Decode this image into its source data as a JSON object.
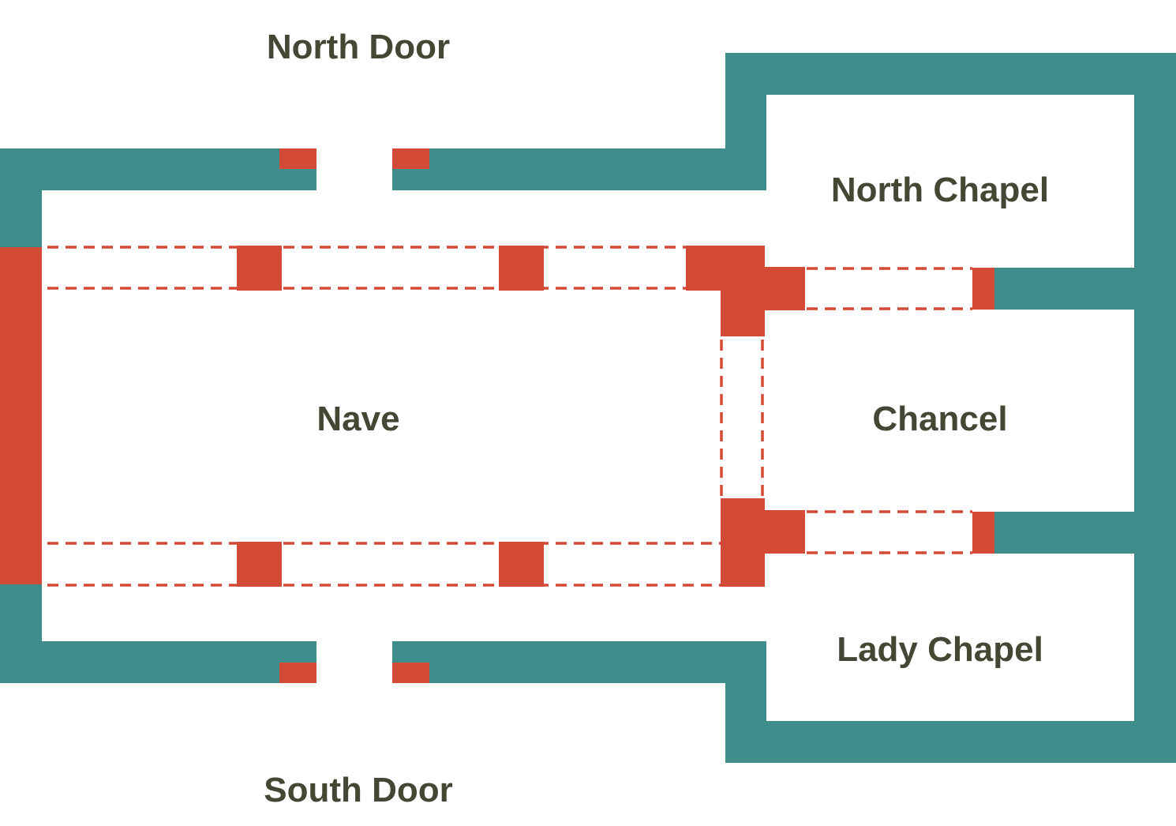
{
  "labels": {
    "north_door": "North Door",
    "south_door": "South Door",
    "north_chapel": "North Chapel",
    "nave": "Nave",
    "chancel": "Chancel",
    "lady_chapel": "Lady Chapel"
  },
  "colors": {
    "wall": "#408E8C",
    "accent": "#D34A37",
    "text": "#424833",
    "background": "#FFFFFF"
  }
}
